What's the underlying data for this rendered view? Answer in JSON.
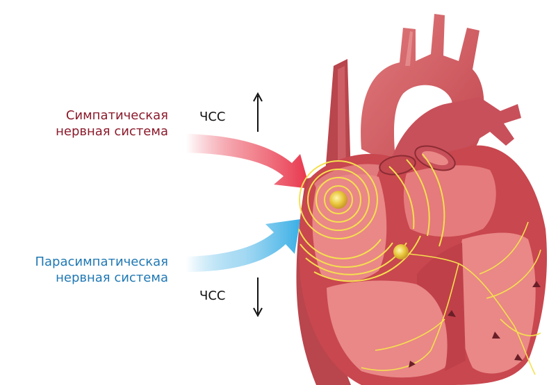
{
  "sympathetic": {
    "line1": "Симпатическая",
    "line2": "нервная система",
    "color": "#8b1a2b",
    "arrow_direction": "up"
  },
  "parasympathetic": {
    "line1": "Парасимпатическая",
    "line2": "нервная система",
    "color": "#1f78b4",
    "arrow_direction": "down"
  },
  "heart_rate_label": "ЧСС",
  "colors": {
    "heart_muscle": "#d65a5e",
    "heart_dark": "#a93a43",
    "chamber": "#e98887",
    "conduction": "#f5e04f",
    "sympathetic_arrow": "#e8334a",
    "parasympathetic_arrow": "#3aafe5"
  }
}
